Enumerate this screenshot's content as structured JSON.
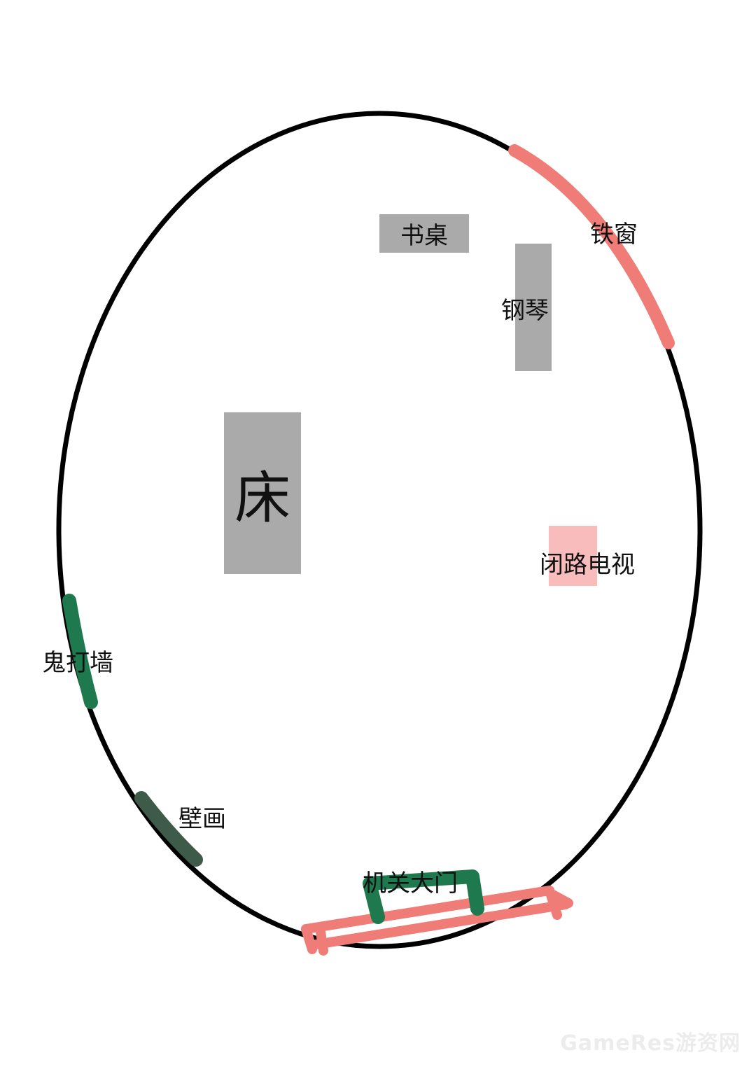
{
  "diagram": {
    "labels": {
      "desk": "书桌",
      "piano": "钢琴",
      "bed": "床",
      "cctv": "闭路电视",
      "iron_window": "铁窗",
      "ghost_wall": "鬼打墙",
      "mural": "壁画",
      "mechanism_gate": "机关大门"
    },
    "watermark": "GameRes游资网"
  },
  "colors": {
    "wall_outline": "#000000",
    "furniture_fill": "#aaaaaa",
    "iron_window": "#f07c78",
    "cctv_fill": "#f9bcbc",
    "ghost_wall": "#1e7a4e",
    "mural": "#3e5a48",
    "gate": "#1e7a4e",
    "gate_frame": "#f07c78"
  }
}
